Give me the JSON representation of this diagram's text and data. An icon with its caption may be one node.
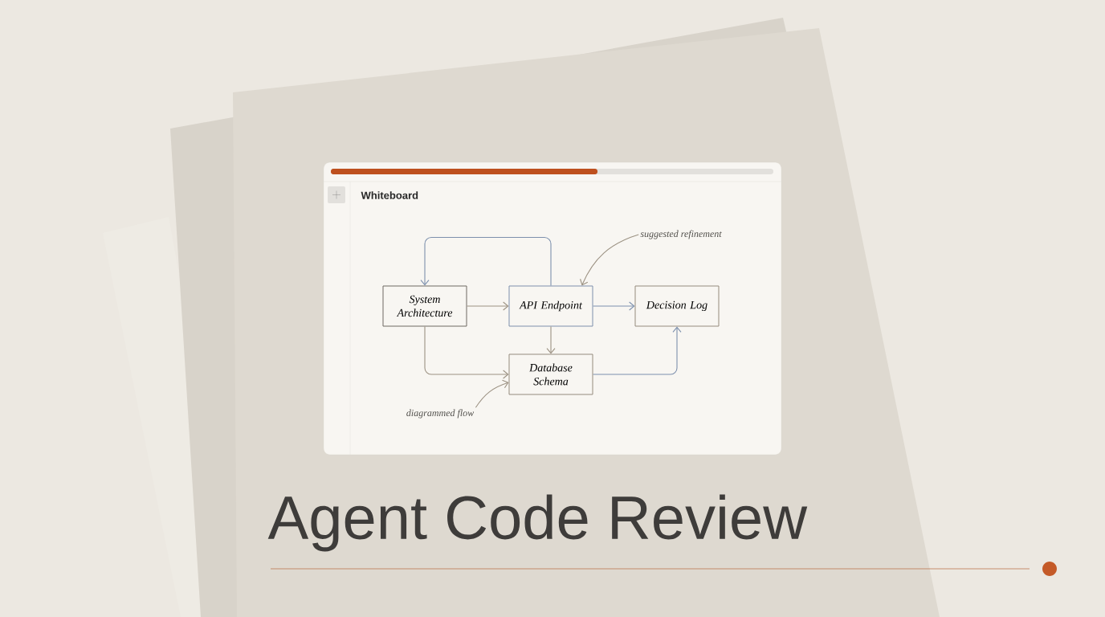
{
  "diagram": {
    "title": "Agent Code Review",
    "nodes": [
      {
        "text": [
          "Whiteboard"
        ]
      },
      {
        "text": [
          "System Architecture"
        ],
        "in": 0
      },
      {
        "text": [
          "API Endpoint"
        ],
        "in": 0
      },
      {
        "text": [
          "Decision Log"
        ],
        "in": 0
      },
      {
        "text": [
          "Database Schema"
        ],
        "in": 0
      },
      {
        "text": [
          "suggested refinement"
        ],
        "in": 0
      },
      {
        "text": [
          "diagrammed flow"
        ],
        "in": 0
      }
    ],
    "edges": [
      {
        "from": 2,
        "to": 1,
        "arrow": "to",
        "color": "#7d90ad"
      },
      {
        "from": 1,
        "to": 2,
        "arrow": "to"
      },
      {
        "from": 2,
        "to": 3,
        "arrow": "to",
        "color": "#7d90ad"
      },
      {
        "from": 2,
        "to": 4,
        "arrow": "to"
      },
      {
        "from": 1,
        "to": 4,
        "arrow": "to"
      },
      {
        "from": 4,
        "to": 3,
        "arrow": "to",
        "color": "#7d90ad"
      },
      {
        "from": 5,
        "to": 2,
        "arrow": "to"
      },
      {
        "from": 6,
        "to": 4,
        "arrow": "to"
      }
    ]
  }
}
